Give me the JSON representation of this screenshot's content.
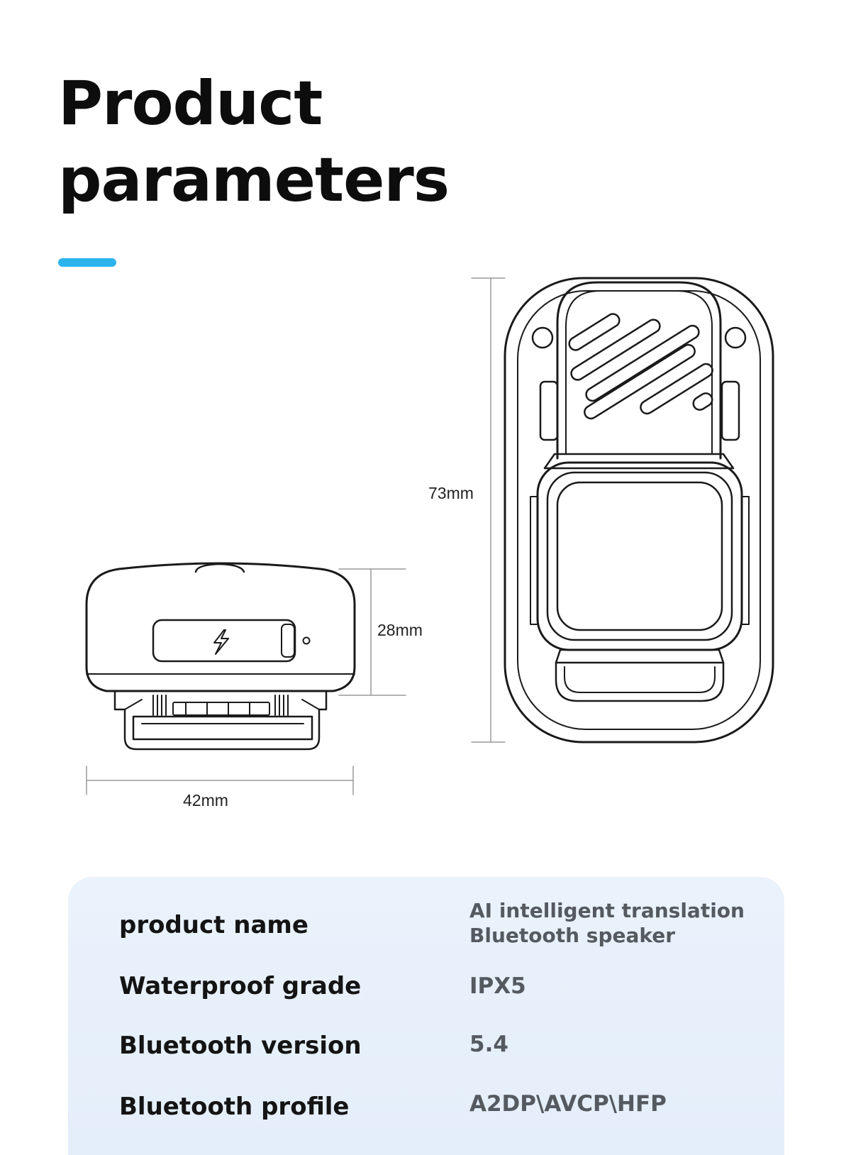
{
  "title": {
    "line1": "Product",
    "line2": "parameters"
  },
  "accent_color": "#2cb3ee",
  "dimensions": {
    "height": "73mm",
    "thickness": "28mm",
    "width": "42mm"
  },
  "icons": {
    "charge": "lightning-icon"
  },
  "specs": [
    {
      "label": "product name",
      "value_line1": "AI intelligent translation",
      "value_line2": "Bluetooth speaker"
    },
    {
      "label": "Waterproof grade",
      "value": "IPX5"
    },
    {
      "label": "Bluetooth version",
      "value": "5.4"
    },
    {
      "label": "Bluetooth profile",
      "value": "A2DP\\AVCP\\HFP"
    }
  ]
}
